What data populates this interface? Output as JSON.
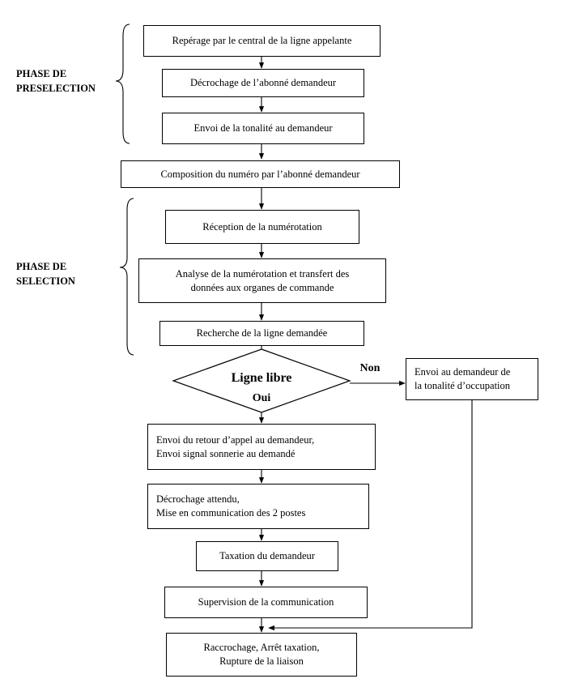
{
  "phases": {
    "preselection": "PHASE DE\nPRESELECTION",
    "selection": "PHASE DE\nSELECTION"
  },
  "steps": {
    "reperage": "Repérage par le central de la ligne appelante",
    "decrochage_demandeur": "Décrochage de l’abonné demandeur",
    "envoi_tonalite": "Envoi de la tonalité au demandeur",
    "composition": "Composition du numéro par l’abonné demandeur",
    "reception": "Réception de la numérotation",
    "analyse": "Analyse de la numérotation et transfert des\ndonnées aux organes de commande",
    "recherche": "Recherche de la ligne demandée",
    "retour_appel": "Envoi du retour d’appel au demandeur,\nEnvoi signal sonnerie au demandé",
    "decrochage_attendu": "Décrochage attendu,\nMise en communication des 2 postes",
    "taxation": "Taxation du demandeur",
    "supervision": "Supervision de la communication",
    "raccrochage": "Raccrochage, Arrêt taxation,\nRupture de la liaison",
    "occupation": "Envoi au demandeur de\nla tonalité d’occupation"
  },
  "decision": {
    "label": "Ligne libre",
    "yes": "Oui",
    "no": "Non"
  }
}
